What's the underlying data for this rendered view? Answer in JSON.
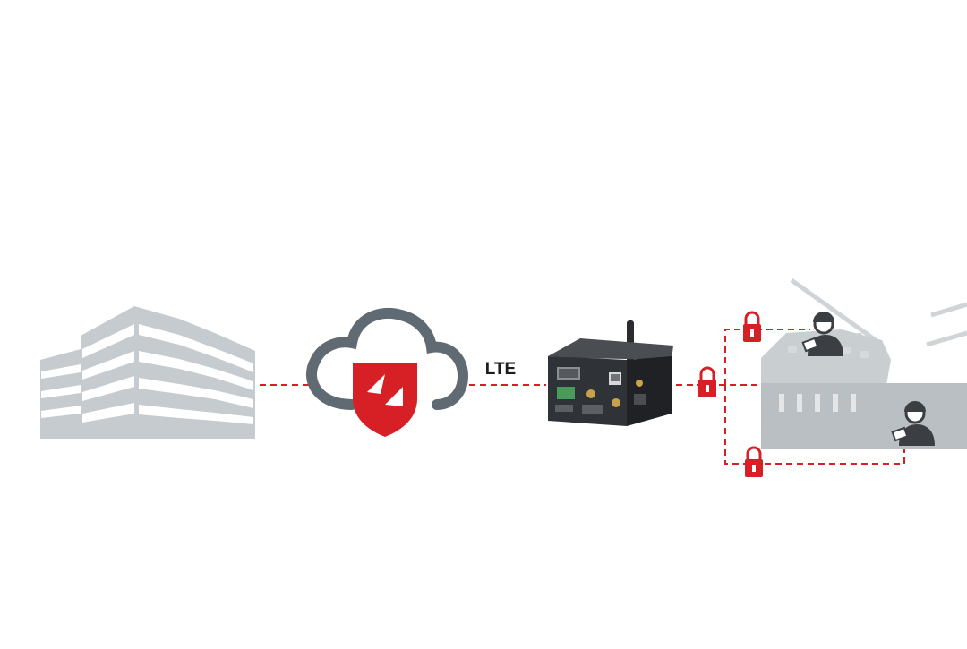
{
  "connection": {
    "label": "LTE"
  },
  "colors": {
    "background": "#ffffff",
    "building": "#c5cbcf",
    "cloud_outline": "#5f6a72",
    "accent_red": "#d71f26",
    "router_body": "#2a2c2f",
    "site_gray": "#b9bfc3",
    "worker_dark": "#3b3f43"
  },
  "nodes": [
    {
      "id": "office",
      "icon": "office-building-icon"
    },
    {
      "id": "cloud",
      "icon": "secure-cloud-icon"
    },
    {
      "id": "router",
      "icon": "industrial-router-icon"
    },
    {
      "id": "site",
      "icon": "construction-site-icon"
    }
  ],
  "links": [
    {
      "from": "office",
      "to": "cloud",
      "style": "dashed"
    },
    {
      "from": "cloud",
      "to": "router",
      "style": "dashed"
    },
    {
      "from": "router",
      "to": "site",
      "style": "dashed",
      "secured": true
    }
  ]
}
